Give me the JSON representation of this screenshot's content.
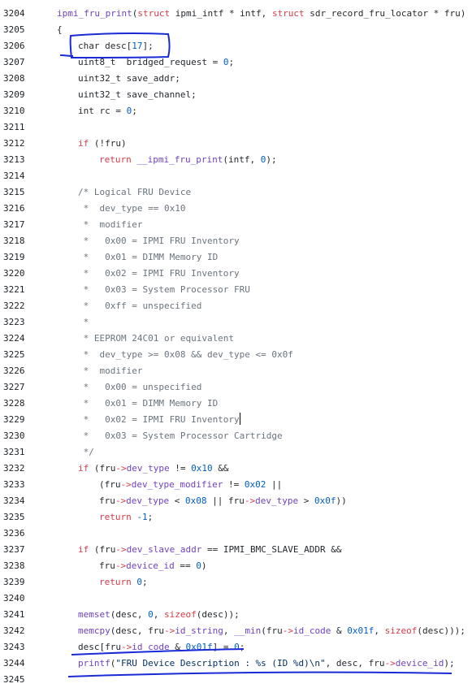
{
  "code": {
    "lines": [
      {
        "n": "3204",
        "indent": 0,
        "tokens": [
          {
            "t": "ipmi_fru_print",
            "c": "fn"
          },
          {
            "t": "("
          },
          {
            "t": "struct",
            "c": "kw"
          },
          {
            "t": " ipmi_intf * intf, "
          },
          {
            "t": "struct",
            "c": "kw"
          },
          {
            "t": " sdr_record_fru_locator * fru)"
          }
        ]
      },
      {
        "n": "3205",
        "indent": 0,
        "tokens": [
          {
            "t": "{"
          }
        ]
      },
      {
        "n": "3206",
        "indent": 1,
        "tokens": [
          {
            "t": "char desc["
          },
          {
            "t": "17",
            "c": "num"
          },
          {
            "t": "];"
          }
        ]
      },
      {
        "n": "3207",
        "indent": 1,
        "tokens": [
          {
            "t": "uint8_t  bridged_request = "
          },
          {
            "t": "0",
            "c": "num"
          },
          {
            "t": ";"
          }
        ]
      },
      {
        "n": "3208",
        "indent": 1,
        "tokens": [
          {
            "t": "uint32_t save_addr;"
          }
        ]
      },
      {
        "n": "3209",
        "indent": 1,
        "tokens": [
          {
            "t": "uint32_t save_channel;"
          }
        ]
      },
      {
        "n": "3210",
        "indent": 1,
        "tokens": [
          {
            "t": "int rc = "
          },
          {
            "t": "0",
            "c": "num"
          },
          {
            "t": ";"
          }
        ]
      },
      {
        "n": "3211",
        "indent": 0,
        "tokens": []
      },
      {
        "n": "3212",
        "indent": 1,
        "tokens": [
          {
            "t": "if",
            "c": "kw"
          },
          {
            "t": " (!fru)"
          }
        ]
      },
      {
        "n": "3213",
        "indent": 2,
        "tokens": [
          {
            "t": "return",
            "c": "kw"
          },
          {
            "t": " "
          },
          {
            "t": "__ipmi_fru_print",
            "c": "fn"
          },
          {
            "t": "(intf, "
          },
          {
            "t": "0",
            "c": "num"
          },
          {
            "t": ");"
          }
        ]
      },
      {
        "n": "3214",
        "indent": 0,
        "tokens": []
      },
      {
        "n": "3215",
        "indent": 1,
        "tokens": [
          {
            "t": "/* Logical FRU Device",
            "c": "cm"
          }
        ]
      },
      {
        "n": "3216",
        "indent": 1,
        "tokens": [
          {
            "t": " *  dev_type == 0x10",
            "c": "cm"
          }
        ]
      },
      {
        "n": "3217",
        "indent": 1,
        "tokens": [
          {
            "t": " *  modifier",
            "c": "cm"
          }
        ]
      },
      {
        "n": "3218",
        "indent": 1,
        "tokens": [
          {
            "t": " *   0x00 = IPMI FRU Inventory",
            "c": "cm"
          }
        ]
      },
      {
        "n": "3219",
        "indent": 1,
        "tokens": [
          {
            "t": " *   0x01 = DIMM Memory ID",
            "c": "cm"
          }
        ]
      },
      {
        "n": "3220",
        "indent": 1,
        "tokens": [
          {
            "t": " *   0x02 = IPMI FRU Inventory",
            "c": "cm"
          }
        ]
      },
      {
        "n": "3221",
        "indent": 1,
        "tokens": [
          {
            "t": " *   0x03 = System Processor FRU",
            "c": "cm"
          }
        ]
      },
      {
        "n": "3222",
        "indent": 1,
        "tokens": [
          {
            "t": " *   0xff = unspecified",
            "c": "cm"
          }
        ]
      },
      {
        "n": "3223",
        "indent": 1,
        "tokens": [
          {
            "t": " *",
            "c": "cm"
          }
        ]
      },
      {
        "n": "3224",
        "indent": 1,
        "tokens": [
          {
            "t": " * EEPROM 24C01 or equivalent",
            "c": "cm"
          }
        ]
      },
      {
        "n": "3225",
        "indent": 1,
        "tokens": [
          {
            "t": " *  dev_type >= 0x08 && dev_type <= 0x0f",
            "c": "cm"
          }
        ]
      },
      {
        "n": "3226",
        "indent": 1,
        "tokens": [
          {
            "t": " *  modifier",
            "c": "cm"
          }
        ]
      },
      {
        "n": "3227",
        "indent": 1,
        "tokens": [
          {
            "t": " *   0x00 = unspecified",
            "c": "cm"
          }
        ]
      },
      {
        "n": "3228",
        "indent": 1,
        "tokens": [
          {
            "t": " *   0x01 = DIMM Memory ID",
            "c": "cm"
          }
        ]
      },
      {
        "n": "3229",
        "indent": 1,
        "tokens": [
          {
            "t": " *   0x02 = IPMI FRU Inventory",
            "c": "cm"
          }
        ],
        "caret": true
      },
      {
        "n": "3230",
        "indent": 1,
        "tokens": [
          {
            "t": " *   0x03 = System Processor Cartridge",
            "c": "cm"
          }
        ]
      },
      {
        "n": "3231",
        "indent": 1,
        "tokens": [
          {
            "t": " */",
            "c": "cm"
          }
        ]
      },
      {
        "n": "3232",
        "indent": 1,
        "tokens": [
          {
            "t": "if",
            "c": "kw"
          },
          {
            "t": " (fru"
          },
          {
            "t": "->",
            "c": "kw"
          },
          {
            "t": "dev_type",
            "c": "mem"
          },
          {
            "t": " != "
          },
          {
            "t": "0x10",
            "c": "num"
          },
          {
            "t": " &&"
          }
        ]
      },
      {
        "n": "3233",
        "indent": 2,
        "tokens": [
          {
            "t": "(fru"
          },
          {
            "t": "->",
            "c": "kw"
          },
          {
            "t": "dev_type_modifier",
            "c": "mem"
          },
          {
            "t": " != "
          },
          {
            "t": "0x02",
            "c": "num"
          },
          {
            "t": " ||"
          }
        ]
      },
      {
        "n": "3234",
        "indent": 2,
        "tokens": [
          {
            "t": "fru"
          },
          {
            "t": "->",
            "c": "kw"
          },
          {
            "t": "dev_type",
            "c": "mem"
          },
          {
            "t": " < "
          },
          {
            "t": "0x08",
            "c": "num"
          },
          {
            "t": " || fru"
          },
          {
            "t": "->",
            "c": "kw"
          },
          {
            "t": "dev_type",
            "c": "mem"
          },
          {
            "t": " > "
          },
          {
            "t": "0x0f",
            "c": "num"
          },
          {
            "t": "))"
          }
        ]
      },
      {
        "n": "3235",
        "indent": 2,
        "tokens": [
          {
            "t": "return",
            "c": "kw"
          },
          {
            "t": " "
          },
          {
            "t": "-1",
            "c": "num"
          },
          {
            "t": ";"
          }
        ]
      },
      {
        "n": "3236",
        "indent": 0,
        "tokens": []
      },
      {
        "n": "3237",
        "indent": 1,
        "tokens": [
          {
            "t": "if",
            "c": "kw"
          },
          {
            "t": " (fru"
          },
          {
            "t": "->",
            "c": "kw"
          },
          {
            "t": "dev_slave_addr",
            "c": "mem"
          },
          {
            "t": " == IPMI_BMC_SLAVE_ADDR &&"
          }
        ]
      },
      {
        "n": "3238",
        "indent": 2,
        "tokens": [
          {
            "t": "fru"
          },
          {
            "t": "->",
            "c": "kw"
          },
          {
            "t": "device_id",
            "c": "mem"
          },
          {
            "t": " == "
          },
          {
            "t": "0",
            "c": "num"
          },
          {
            "t": ")"
          }
        ]
      },
      {
        "n": "3239",
        "indent": 2,
        "tokens": [
          {
            "t": "return",
            "c": "kw"
          },
          {
            "t": " "
          },
          {
            "t": "0",
            "c": "num"
          },
          {
            "t": ";"
          }
        ]
      },
      {
        "n": "3240",
        "indent": 0,
        "tokens": []
      },
      {
        "n": "3241",
        "indent": 1,
        "tokens": [
          {
            "t": "memset",
            "c": "fn"
          },
          {
            "t": "(desc, "
          },
          {
            "t": "0",
            "c": "num"
          },
          {
            "t": ", "
          },
          {
            "t": "sizeof",
            "c": "kw"
          },
          {
            "t": "(desc));"
          }
        ]
      },
      {
        "n": "3242",
        "indent": 1,
        "tokens": [
          {
            "t": "memcpy",
            "c": "fn"
          },
          {
            "t": "(desc, fru"
          },
          {
            "t": "->",
            "c": "kw"
          },
          {
            "t": "id_string",
            "c": "mem"
          },
          {
            "t": ", "
          },
          {
            "t": "__min",
            "c": "fn"
          },
          {
            "t": "(fru"
          },
          {
            "t": "->",
            "c": "kw"
          },
          {
            "t": "id_code",
            "c": "mem"
          },
          {
            "t": " & "
          },
          {
            "t": "0x01f",
            "c": "num"
          },
          {
            "t": ", "
          },
          {
            "t": "sizeof",
            "c": "kw"
          },
          {
            "t": "(desc)));"
          }
        ]
      },
      {
        "n": "3243",
        "indent": 1,
        "tokens": [
          {
            "t": "desc[fru"
          },
          {
            "t": "->",
            "c": "kw"
          },
          {
            "t": "id_code",
            "c": "mem"
          },
          {
            "t": " & "
          },
          {
            "t": "0x01f",
            "c": "num"
          },
          {
            "t": "] = "
          },
          {
            "t": "0",
            "c": "num"
          },
          {
            "t": ";"
          }
        ]
      },
      {
        "n": "3244",
        "indent": 1,
        "tokens": [
          {
            "t": "printf",
            "c": "fn"
          },
          {
            "t": "("
          },
          {
            "t": "\"FRU Device Description : %s (ID %d)\\n\"",
            "c": "str"
          },
          {
            "t": ", desc, fru"
          },
          {
            "t": "->",
            "c": "kw"
          },
          {
            "t": "device_id",
            "c": "mem"
          },
          {
            "t": ");"
          }
        ]
      },
      {
        "n": "3245",
        "indent": 0,
        "tokens": []
      }
    ]
  },
  "colors": {
    "keyword": "#d73a49",
    "function": "#6f42c1",
    "number": "#005cc5",
    "comment": "#6a737d",
    "string": "#032f62",
    "annotation_ink": "#1a2bd6"
  }
}
